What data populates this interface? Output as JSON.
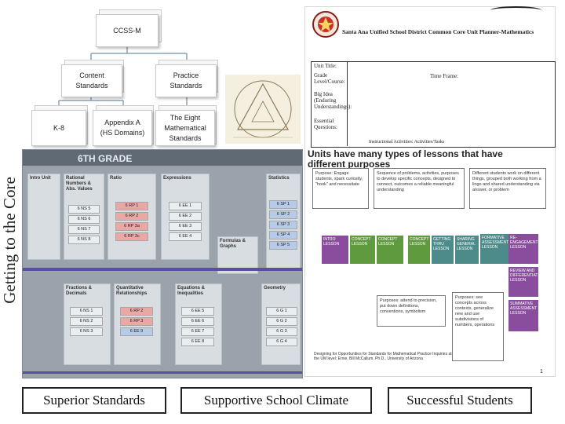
{
  "vertical_title": "Getting to the Core",
  "org_chart": {
    "root": "CCSS-M",
    "content_standards": "Content Standards",
    "practice_standards": "Practice Standards",
    "k8": "K-8",
    "appendix_a_line1": "Appendix A",
    "appendix_a_line2": "(HS Domains)",
    "eight_practices_line1": "The Eight",
    "eight_practices_line2": "Mathematical",
    "eight_practices_line3": "Standards"
  },
  "grade_map": {
    "grade_label": "6TH GRADE",
    "units": [
      {
        "id": "6.0",
        "title": "Intro Unit"
      },
      {
        "id": "6.1",
        "title": "Rational Numbers & Abs. Values"
      },
      {
        "id": "6.2",
        "title": "Ratio"
      },
      {
        "id": "6.3",
        "title": "Expressions"
      },
      {
        "id": "6.4",
        "title": "Formulas & Graphs"
      },
      {
        "id": "6.5",
        "title": "Statistics"
      },
      {
        "id": "6.6",
        "title": "Fractions & Decimals"
      },
      {
        "id": "6.7",
        "title": "Quantitative Relationships"
      },
      {
        "id": "6.8",
        "title": "Equations & Inequalities"
      },
      {
        "id": "6.9",
        "title": "Geometry"
      }
    ],
    "standards_unit1": [
      "6 NS 5",
      "6 NS 6",
      "6 NS 7",
      "6 NS 8"
    ],
    "standards_ratio": [
      "6 RP 1",
      "6 RP 2",
      "6 RP 3a",
      "6 RP 3c"
    ],
    "standards_expr": [
      "6 EE 1",
      "6 EE 2",
      "6 EE 3",
      "6 EE 4"
    ],
    "standards_stats": [
      "6 SP 1",
      "6 SP 2",
      "6 SP 3",
      "6 SP 4",
      "6 SP 5"
    ],
    "standards_fractions": [
      "6 NS 1",
      "6 NS 2",
      "6 NS 3"
    ],
    "standards_quant": [
      "6 RP 2",
      "6 RP 3",
      "6 EE 9"
    ],
    "standards_eq": [
      "6 EE 5",
      "6 EE 6",
      "6 EE 7",
      "6 EE 8"
    ],
    "standards_geo": [
      "6 G 1",
      "6 G 2",
      "6 G 3",
      "6 G 4"
    ]
  },
  "unit_planner": {
    "district_title": "Santa Ana Unified School District Common Core Unit Planner-Mathematics",
    "fields": [
      "Unit Title:",
      "Grade Level/Course:",
      "Big Idea (Enduring Understandings):",
      "Essential Questions:"
    ],
    "time_frame": "Time Frame:",
    "instructional_activities": "Instructional Activities: Activities/Tasks",
    "heading": "Units have many types of lessons that have different purposes",
    "callout_left": "Purpose: Engage students, spark curiosity, \"hook\" and necessitate",
    "callout_mid": "Sequence of problems, activities, purposes to develop specific concepts, designed to connect, outcomes a reliable meaningful understanding",
    "callout_right": "Different students work on different things, grouped both working from a lingo and shared understanding via answer, or problem",
    "lesson_boxes": [
      "INTRO LESSON",
      "CONCEPT LESSON",
      "CONCEPT LESSON",
      "CONCEPT LESSON",
      "GETTING THRU LESSON",
      "SHARING GENERAL LESSON",
      "FORMATIVE ASSESSMENT LESSON",
      "RE-ENGAGEMENT LESSON",
      "REVIEW AND DIFFERENTIATION LESSON",
      "SUMMATIVE ASSESSMENT LESSON"
    ],
    "callout_bottom_left": "Purposes: attend to precision, put down definitions, conventions, symbolism",
    "callout_bottom_right": "Purposes: see concepts across contexts, generalize new and use subdivisions of numbers, operations",
    "credit": "Designing for Opportunities for Standards for Mathematical Practice Inquiries at the UM level; Ernie, Bill McCallum, Ph.D., University of Arizona",
    "page_number": "1"
  },
  "bottom_labels": {
    "left": "Superior Standards",
    "center": "Supportive School Climate",
    "right": "Successful Students"
  },
  "colors": {
    "accent_red": "#d0191c",
    "panel_gray": "#9aa3ab",
    "unit_purple": "#5b4fa0",
    "unit_green": "#4f8a3b"
  }
}
